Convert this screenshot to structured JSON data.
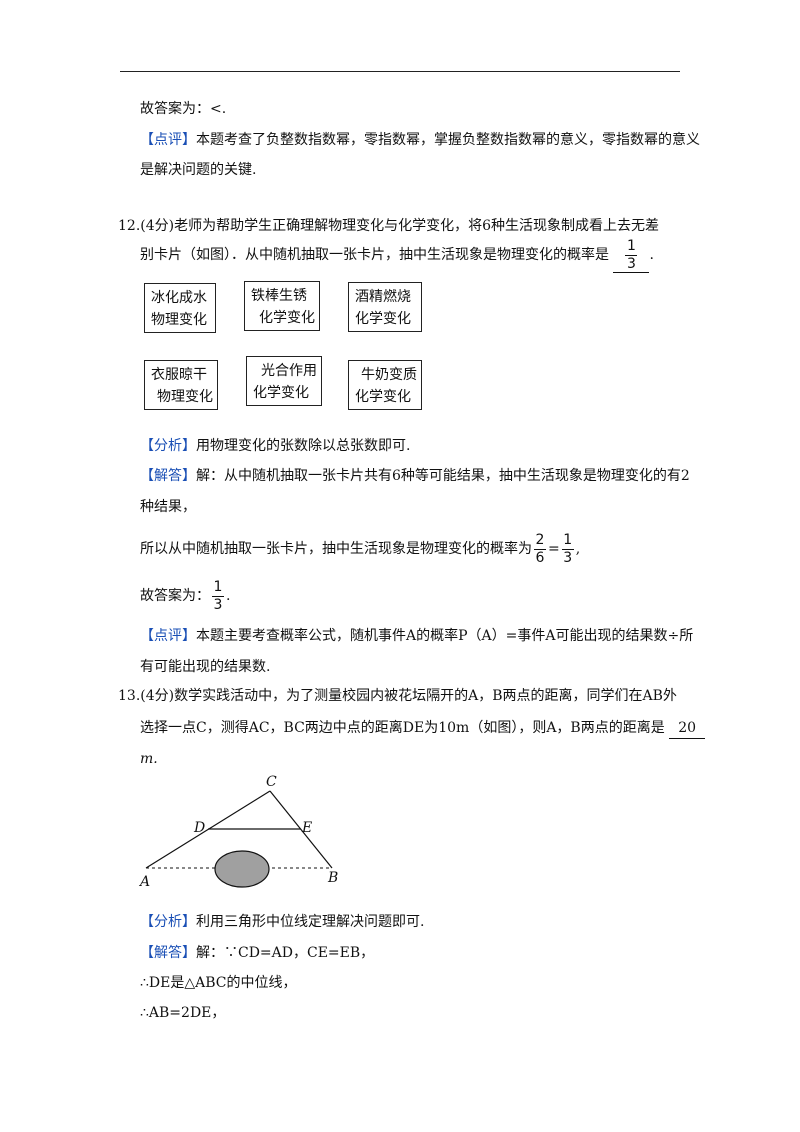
{
  "q11_tail": {
    "answer_line": "故答案为：<.",
    "comment_tag": "【点评】",
    "comment_text_1": "本题考查了负整数指数幂，零指数幂，掌握负整数指数幂的意义，零指数幂的意义",
    "comment_text_2": "是解决问题的关键."
  },
  "q12": {
    "number": "12.",
    "score": "(4分)",
    "stem_1": "老师为帮助学生正确理解物理变化与化学变化，将6种生活现象制成看上去无差",
    "stem_2": "别卡片（如图）．从中随机抽取一张卡片，抽中生活现象是物理变化的概率是",
    "answer_num": "1",
    "answer_den": "3",
    "cards": [
      {
        "line1": "冰化成水",
        "line2": "物理变化"
      },
      {
        "line1": "铁棒生锈",
        "line2": "化学变化"
      },
      {
        "line1": "酒精燃烧",
        "line2": "化学变化"
      },
      {
        "line1": "衣服晾干",
        "line2": "物理变化"
      },
      {
        "line1": "光合作用",
        "line2": "化学变化"
      },
      {
        "line1": "牛奶变质",
        "line2": "化学变化"
      }
    ],
    "analysis_tag": "【分析】",
    "analysis_text": "用物理变化的张数除以总张数即可.",
    "solution_tag": "【解答】",
    "solution_1": "解：从中随机抽取一张卡片共有6种等可能结果，抽中生活现象是物理变化的有2",
    "solution_2": "种结果，",
    "solution_3": "所以从中随机抽取一张卡片，抽中生活现象是物理变化的概率为",
    "frac_a_num": "2",
    "frac_a_den": "6",
    "eq": "=",
    "frac_b_num": "1",
    "frac_b_den": "3",
    "comma": ",",
    "answer_prefix": "故答案为：",
    "final_num": "1",
    "final_den": "3",
    "period": ".",
    "comment_tag": "【点评】",
    "comment_1": "本题主要考查概率公式，随机事件A的概率P（A）=事件A可能出现的结果数÷所",
    "comment_2": "有可能出现的结果数."
  },
  "q13": {
    "number": "13.",
    "score": "(4分)",
    "stem_1": "数学实践活动中，为了测量校园内被花坛隔开的A，B两点的距离，同学们在AB外",
    "stem_2": "选择一点C，测得AC，BC两边中点的距离DE为10m（如图），则A，B两点的距离是",
    "answer": "20",
    "unit": "m.",
    "labels": {
      "A": "A",
      "B": "B",
      "C": "C",
      "D": "D",
      "E": "E"
    },
    "analysis_tag": "【分析】",
    "analysis_text": "利用三角形中位线定理解决问题即可.",
    "solution_tag": "【解答】",
    "solution_1": "解：∵CD=AD，CE=EB，",
    "solution_2": "∴DE是△ABC的中位线，",
    "solution_3": "∴AB=2DE，"
  },
  "colors": {
    "tag": "#1a4fb5",
    "ellipse": "#a0a0a0"
  }
}
